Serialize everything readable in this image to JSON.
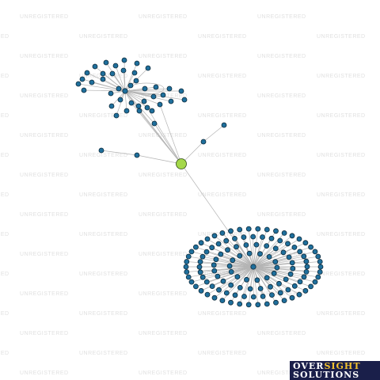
{
  "watermark_text": "UNREGISTERED",
  "logo": {
    "word1": "OVER",
    "word2": "SIGHT",
    "line2": "SOLUTIONS"
  },
  "colors": {
    "background": "#ffffff",
    "edge": "#b4b4b4",
    "node_fill": "#1f6f9c",
    "node_stroke": "#0e2a3a",
    "center_fill": "#a4d84a",
    "center_stroke": "#2f4a14",
    "watermark": "#e1e1e1",
    "logo_bg": "#1a1f4a",
    "logo_accent": "#f2c230"
  },
  "network": {
    "central_node": "company",
    "hubs": [
      "hub-north",
      "hub-south"
    ],
    "clusters": [
      {
        "name": "north-cluster",
        "leaf_count": 40
      },
      {
        "name": "south-cluster",
        "leaf_count": 120
      }
    ],
    "direct_leaves": 4
  }
}
